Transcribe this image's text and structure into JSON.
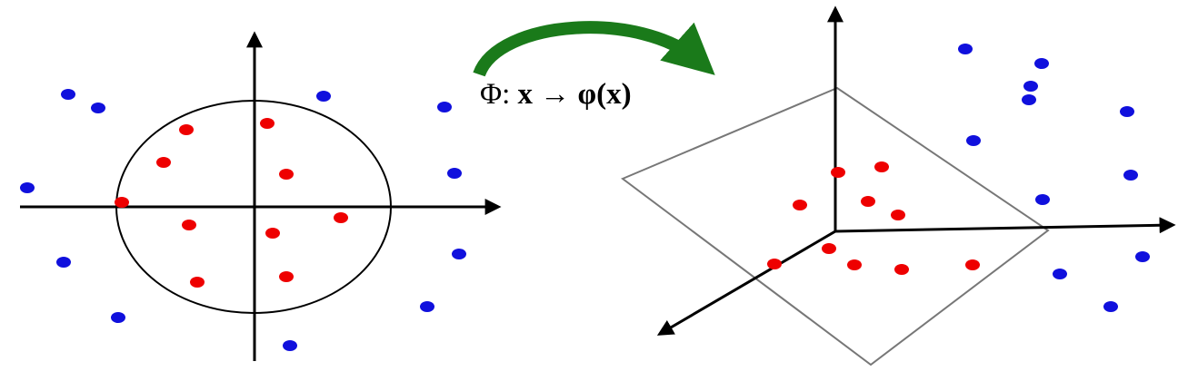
{
  "mapping": {
    "symbol": "Φ:",
    "input": "x",
    "arrow": "→",
    "function": "φ(x)"
  },
  "colors": {
    "inner_class": "#ee0000",
    "outer_class": "#1010dd",
    "axes": "#000000",
    "plane": "#777777",
    "curved_arrow": "#1a7a1a"
  },
  "input_space": {
    "inner_points": [
      [
        -0.75,
        0.85
      ],
      [
        0.14,
        0.92
      ],
      [
        -1.0,
        0.49
      ],
      [
        0.35,
        0.36
      ],
      [
        -1.46,
        0.05
      ],
      [
        -0.72,
        -0.2
      ],
      [
        0.2,
        -0.29
      ],
      [
        0.95,
        -0.12
      ],
      [
        -0.63,
        -0.83
      ],
      [
        0.35,
        -0.77
      ]
    ],
    "outer_points": [
      [
        -2.05,
        1.24
      ],
      [
        -1.72,
        1.09
      ],
      [
        0.76,
        1.22
      ],
      [
        2.09,
        1.1
      ],
      [
        -2.5,
        0.21
      ],
      [
        2.2,
        0.37
      ],
      [
        -2.1,
        -0.61
      ],
      [
        2.25,
        -0.52
      ],
      [
        -1.5,
        -1.22
      ],
      [
        1.9,
        -1.1
      ],
      [
        0.39,
        -1.53
      ]
    ]
  },
  "feature_space": {
    "inner_points": [
      [
        880,
        226
      ],
      [
        922,
        190
      ],
      [
        970,
        184
      ],
      [
        955,
        222
      ],
      [
        988,
        237
      ],
      [
        852,
        291
      ],
      [
        912,
        274
      ],
      [
        940,
        292
      ],
      [
        992,
        297
      ],
      [
        1070,
        292
      ]
    ],
    "outer_points": [
      [
        1062,
        54
      ],
      [
        1146,
        70
      ],
      [
        1134,
        95
      ],
      [
        1132,
        110
      ],
      [
        1240,
        123
      ],
      [
        1071,
        155
      ],
      [
        1244,
        193
      ],
      [
        1147,
        220
      ],
      [
        1257,
        283
      ],
      [
        1166,
        302
      ],
      [
        1222,
        338
      ]
    ]
  }
}
